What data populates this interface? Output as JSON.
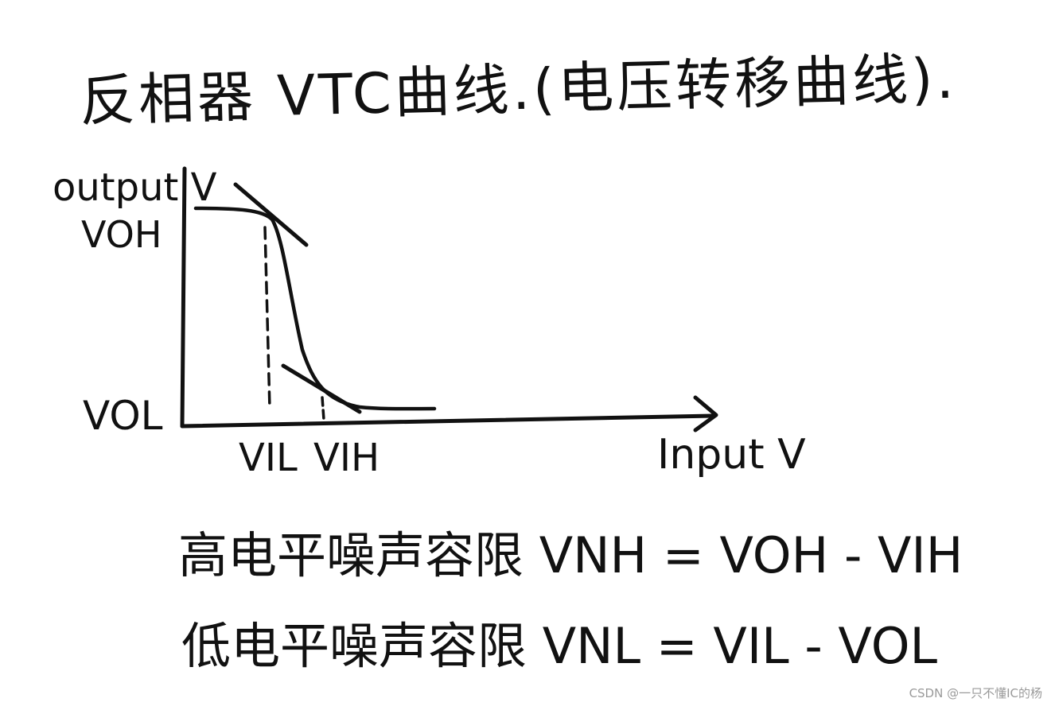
{
  "title": "反相器 VTC曲线.(电压转移曲线).",
  "diagram": {
    "y_axis_label": "output V",
    "x_axis_label": "Input V",
    "labels": {
      "voh": "VOH",
      "vol": "VOL",
      "vil": "VIL",
      "vih": "VIH"
    }
  },
  "formulas": {
    "high_noise_margin": "高电平噪声容限 VNH = VOH - VIH",
    "low_noise_margin": "低电平噪声容限 VNL = VIL - VOL"
  },
  "watermark": "CSDN @一只不懂IC的杨"
}
